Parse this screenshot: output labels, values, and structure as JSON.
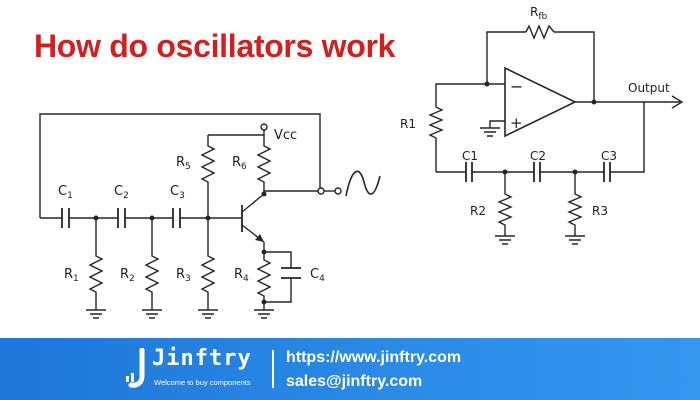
{
  "title": "How do oscillators work",
  "left_circuit": {
    "supply_label": "Vcc",
    "capacitors": [
      "C",
      "C",
      "C"
    ],
    "capacitor_subs": [
      "1",
      "2",
      "3"
    ],
    "resistors": [
      "R",
      "R",
      "R"
    ],
    "resistor_subs": [
      "1",
      "2",
      "3"
    ],
    "bias_resistors": [
      "R",
      "R"
    ],
    "bias_subs": [
      "5",
      "6"
    ],
    "emitter_resistor": "R",
    "emitter_resistor_sub": "4",
    "emitter_capacitor": "C",
    "emitter_capacitor_sub": "4"
  },
  "right_circuit": {
    "feedback_resistor": "R",
    "feedback_resistor_sub": "fb",
    "input_resistor": "R1",
    "output_label": "Output",
    "capacitors": [
      "C1",
      "C2",
      "C3"
    ],
    "resistors": [
      "R2",
      "R3"
    ],
    "opamp_minus": "−",
    "opamp_plus": "+"
  },
  "footer": {
    "brand_name": "Jinftry",
    "brand_tagline": "Welcome to buy components",
    "website": "https://www.jinftry.com",
    "email": "sales@jinftry.com",
    "background_color": "#2a8ae6"
  }
}
